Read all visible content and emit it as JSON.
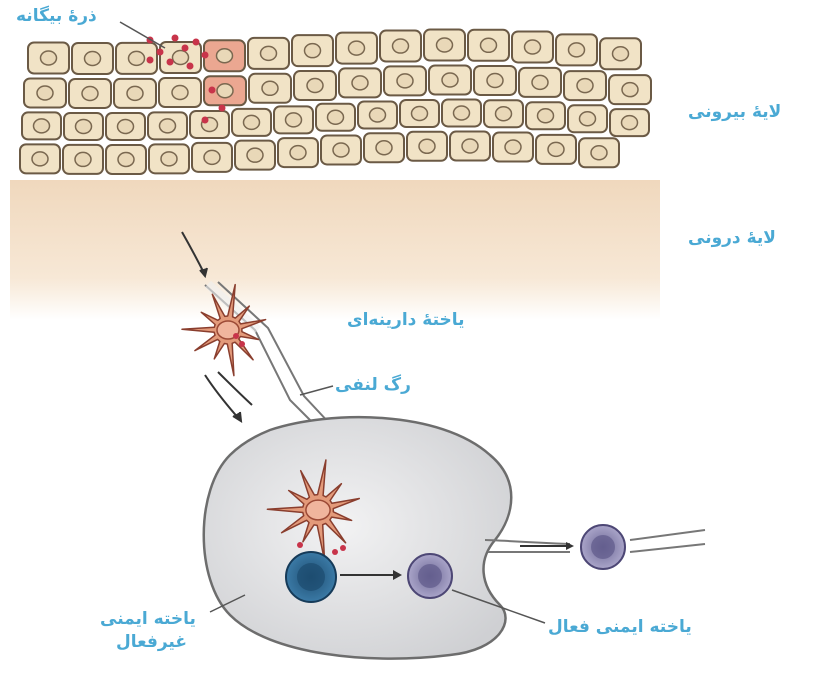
{
  "labels": {
    "foreign_particle": "ذرهٔ بیگانه",
    "outer_layer": "لایهٔ بیرونی",
    "inner_layer": "لایهٔ درونی",
    "dendritic_cell": "یاختهٔ دارینه‌ای",
    "lymph_vessel": "رگ لنفی",
    "inactive_cell_line1": "یاخته ایمنی",
    "inactive_cell_line2": "غیرفعال",
    "active_cell": "یاخته ایمنی فعال"
  },
  "colors": {
    "skin_cell": "#f1e3c6",
    "skin_border": "#6b5a45",
    "dermis": "#f4ddc2",
    "dendritic": "#e39a7a",
    "particle": "#c8344a",
    "lymph_node": "#dfe0e2",
    "inactive_cell": "#2b5f86",
    "active_cell": "#8c86b2",
    "label": "#4aa9d4"
  }
}
